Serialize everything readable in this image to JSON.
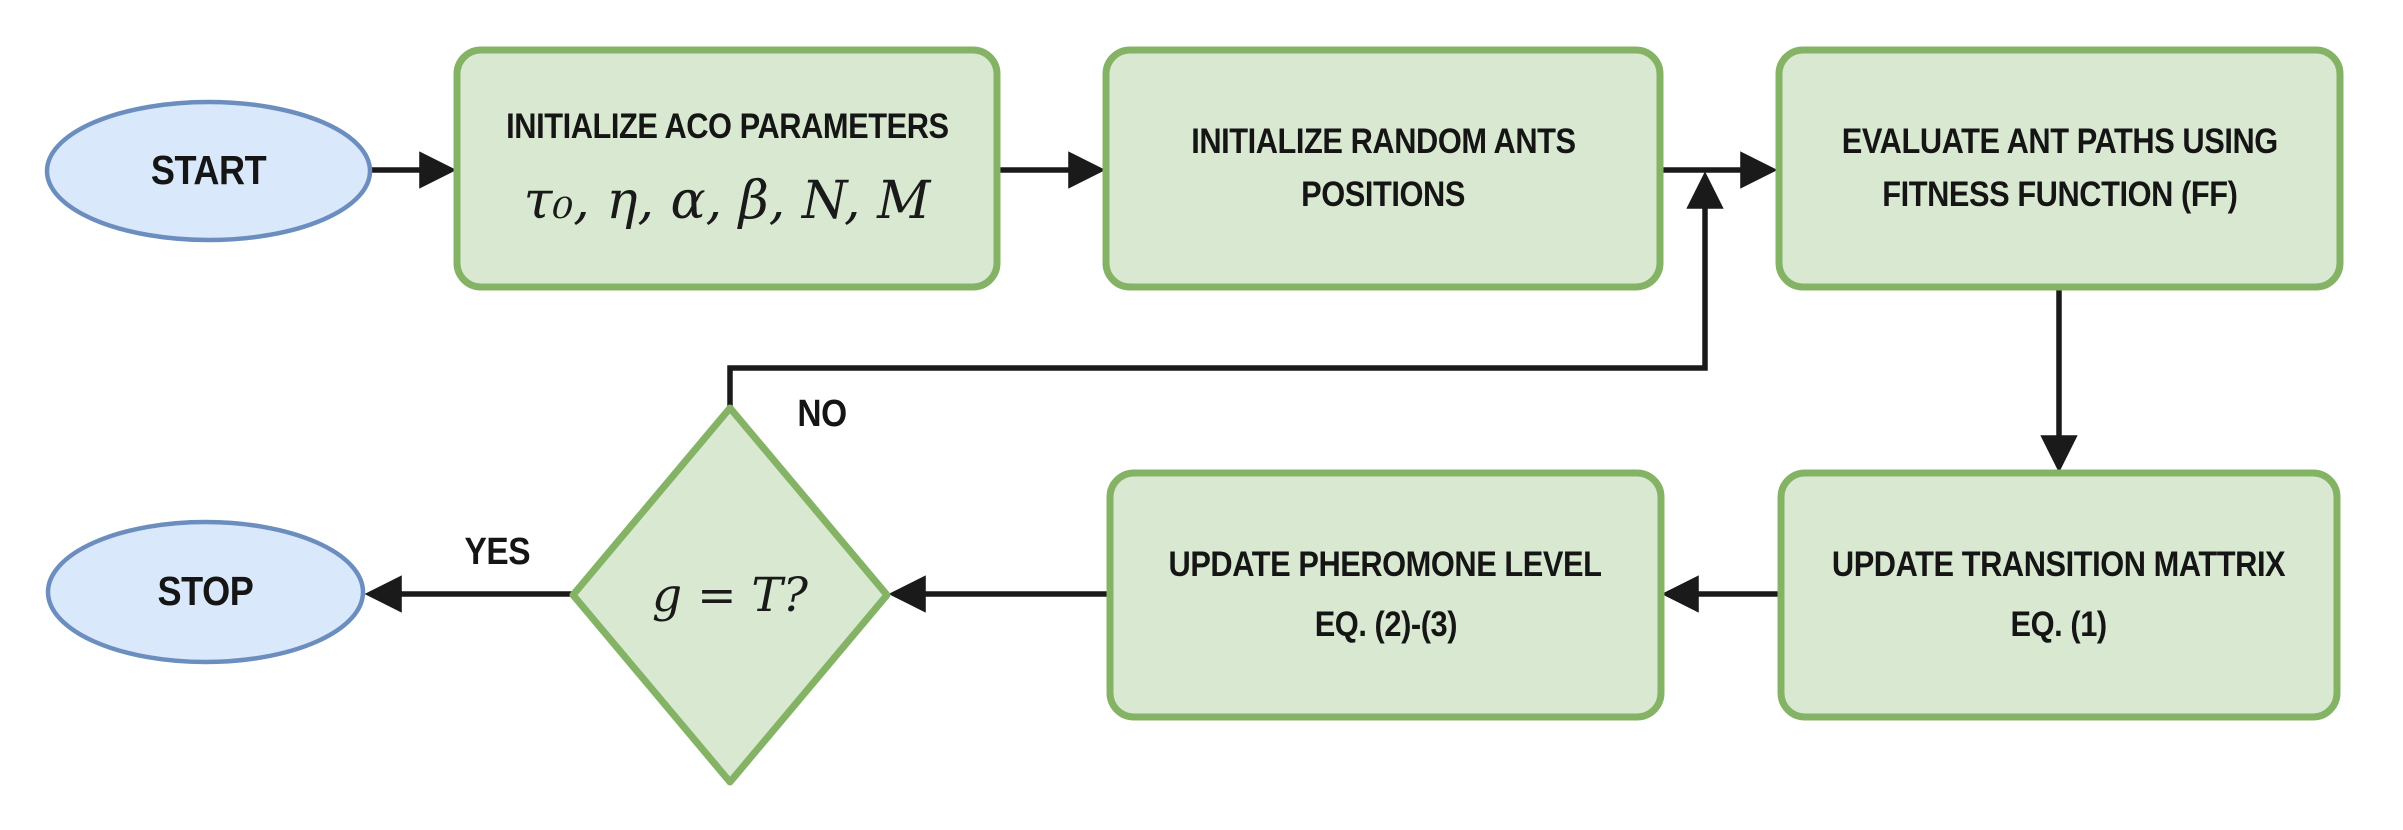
{
  "colors": {
    "process_fill": "#d9e8d1",
    "process_stroke": "#85b365",
    "terminal_fill": "#dae8fc",
    "terminal_stroke": "#6c8ebf",
    "connector": "#1a1a1a"
  },
  "nodes": {
    "start": {
      "label": "START"
    },
    "init_params": {
      "line1": "INITIALIZE ACO PARAMETERS",
      "line2": "τ₀, η, α, β, N, M"
    },
    "init_positions": {
      "line1": "INITIALIZE RANDOM ANTS",
      "line2": "POSITIONS"
    },
    "evaluate_paths": {
      "line1": "EVALUATE ANT PATHS USING",
      "line2": "FITNESS FUNCTION (FF)"
    },
    "update_transition": {
      "line1": "UPDATE TRANSITION MATTRIX",
      "line2": "EQ. (1)"
    },
    "update_pheromone": {
      "line1": "UPDATE PHEROMONE LEVEL",
      "line2": "EQ. (2)-(3)"
    },
    "decision": {
      "label": "g = T?"
    },
    "stop": {
      "label": "STOP"
    }
  },
  "edge_labels": {
    "no": "NO",
    "yes": "YES"
  }
}
